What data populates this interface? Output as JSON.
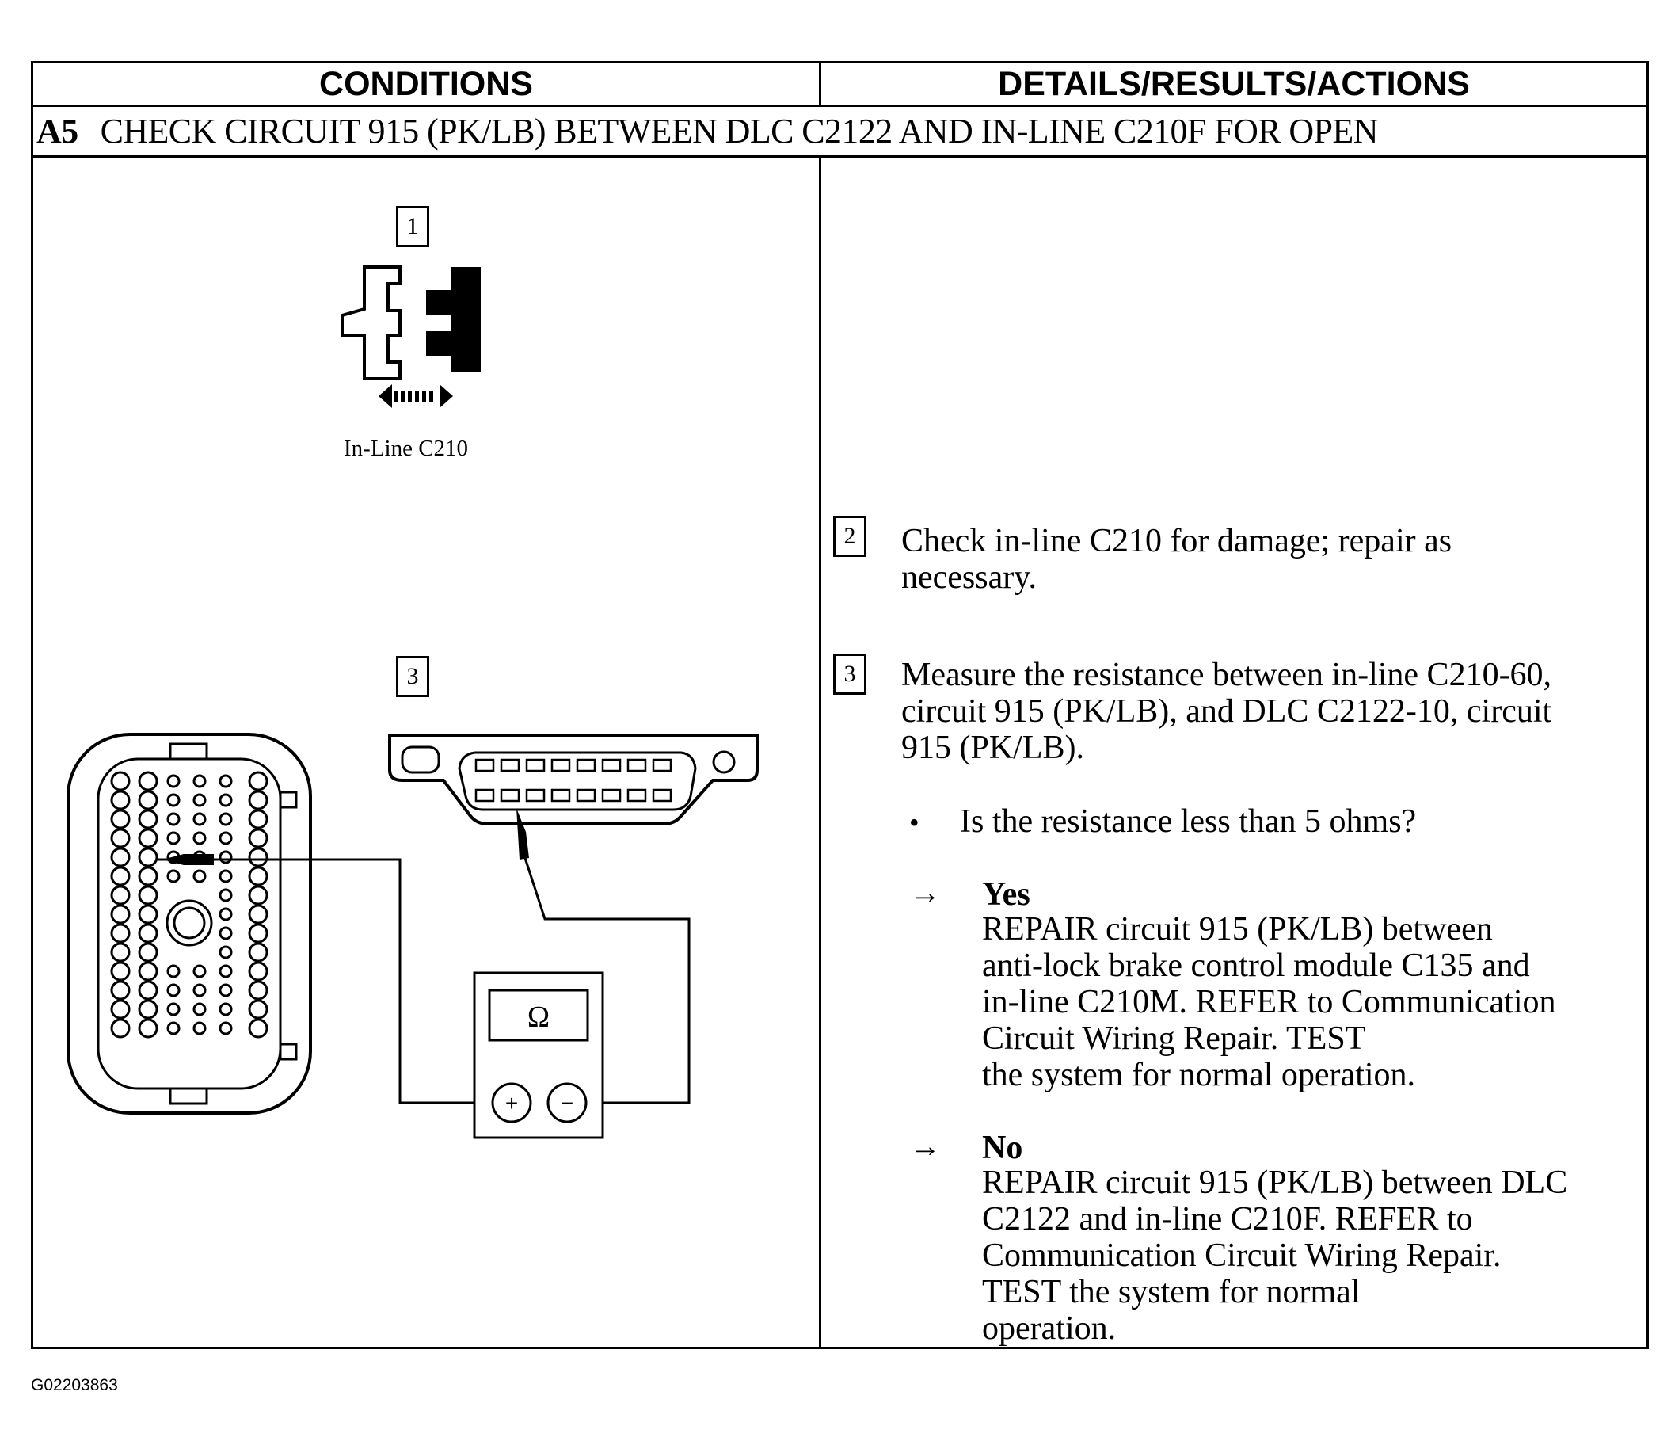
{
  "header": {
    "conditions": "CONDITIONS",
    "details": "DETAILS/RESULTS/ACTIONS"
  },
  "test": {
    "id": "A5",
    "title": "CHECK CIRCUIT 915 (PK/LB) BETWEEN DLC C2122 AND IN-LINE C210F FOR OPEN"
  },
  "figure": {
    "step1_box": "1",
    "step3_box": "3",
    "connector_label": "In-Line C210",
    "ohm_symbol": "Ω",
    "plus_symbol": "+",
    "minus_symbol": "−"
  },
  "steps": {
    "s2": {
      "number": "2",
      "lines": [
        "Check in-line C210 for damage; repair as",
        "necessary."
      ]
    },
    "s3": {
      "number": "3",
      "lines": [
        "Measure the resistance between in-line C210-60,",
        "circuit 915 (PK/LB), and DLC C2122-10, circuit",
        "915 (PK/LB)."
      ],
      "bullet": "•",
      "question": "Is the resistance less than 5 ohms?"
    }
  },
  "results": {
    "arrow": "→",
    "yes": {
      "label": "Yes",
      "lines": [
        "REPAIR circuit 915 (PK/LB) between",
        "anti-lock brake control module C135 and",
        "in-line C210M. REFER to Communication",
        "Circuit Wiring Repair.  TEST",
        "the system for normal  operation."
      ]
    },
    "no": {
      "label": "No",
      "lines": [
        "REPAIR circuit 915 (PK/LB) between DLC",
        "C2122 and in-line C210F. REFER to",
        "Communication Circuit Wiring Repair.",
        "TEST the system for normal",
        "operation."
      ]
    }
  },
  "footer": {
    "figure_code": "G02203863"
  }
}
